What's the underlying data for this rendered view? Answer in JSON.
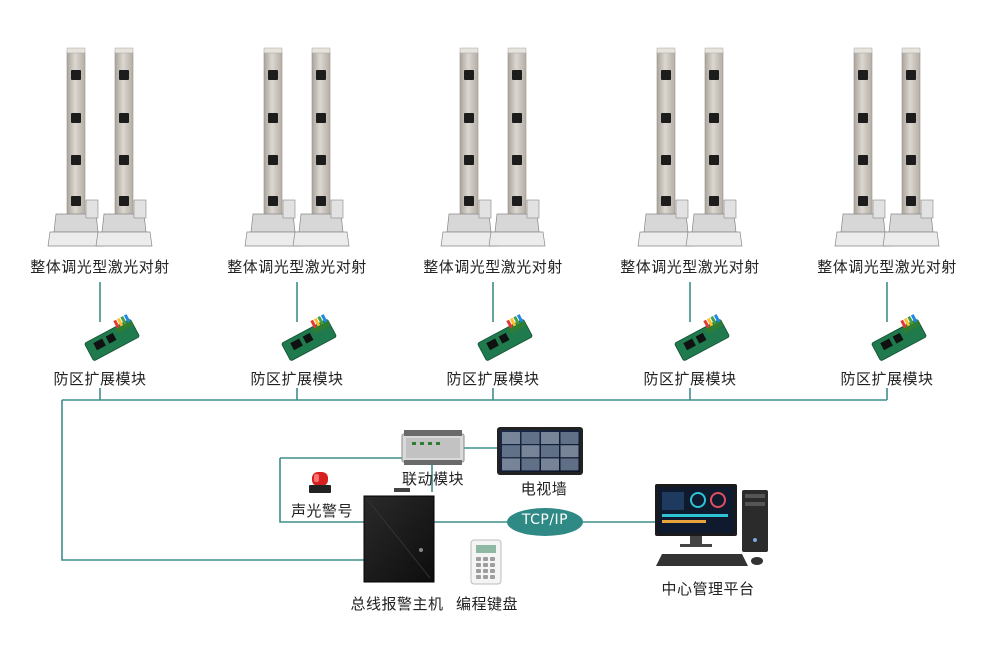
{
  "diagram": {
    "detector_units": [
      {
        "label": "整体调光型激光对射"
      },
      {
        "label": "整体调光型激光对射"
      },
      {
        "label": "整体调光型激光对射"
      },
      {
        "label": "整体调光型激光对射"
      },
      {
        "label": "整体调光型激光对射"
      }
    ],
    "zone_modules": [
      {
        "label": "防区扩展模块"
      },
      {
        "label": "防区扩展模块"
      },
      {
        "label": "防区扩展模块"
      },
      {
        "label": "防区扩展模块"
      },
      {
        "label": "防区扩展模块"
      }
    ],
    "linkage_module": {
      "label": "联动模块"
    },
    "video_wall": {
      "label": "电视墙"
    },
    "strobe_siren": {
      "label": "声光警号"
    },
    "alarm_host": {
      "label": "总线报警主机"
    },
    "keypad": {
      "label": "编程键盘"
    },
    "network": {
      "label": "TCP/IP"
    },
    "central_platform": {
      "label": "中心管理平台"
    },
    "colors": {
      "bus_line": "#3f8d8a",
      "network_badge": "#2f8a86",
      "beam_body": "#c9c3bb",
      "pcb_green": "#1f7a4e",
      "host_panel": "#1a1a1a",
      "siren_red": "#d62020"
    }
  }
}
